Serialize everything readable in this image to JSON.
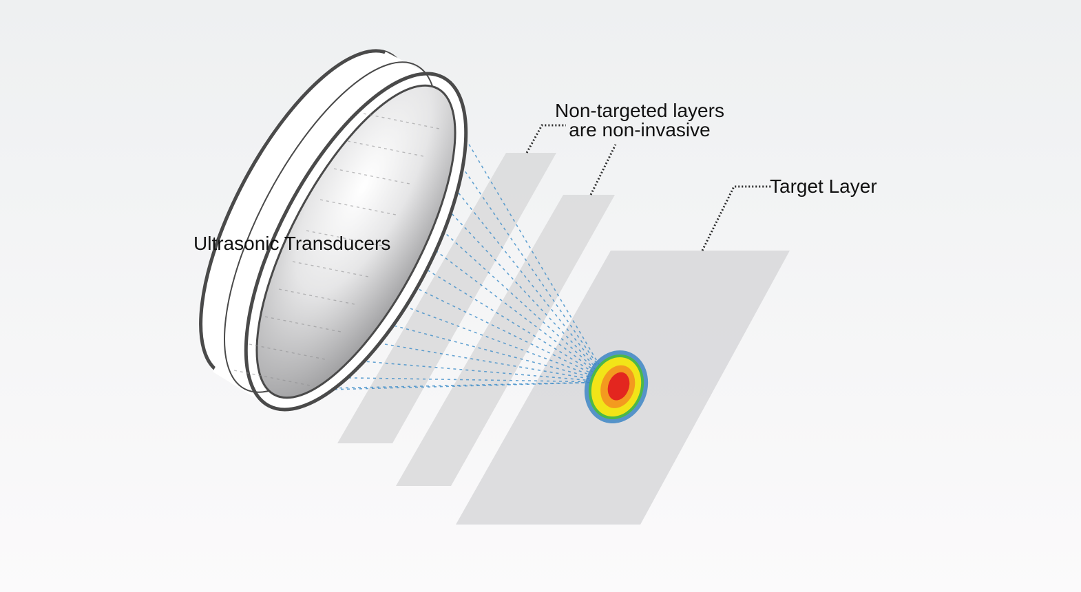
{
  "labels": {
    "transducer": "Ultrasonic Transducers",
    "non_targeted_line1": "Non-targeted layers",
    "non_targeted_line2": "are non-invasive",
    "target": "Target Layer"
  },
  "colors": {
    "background_top": "#eef0f1",
    "background_bottom": "#fbfafb",
    "layer_fill": "#d9d9db",
    "transducer_stroke": "#4a4a4a",
    "beam": "#3f8ec9",
    "leader": "#2b2b2b",
    "focus_outer": "#3d86c6",
    "focus_green": "#4cb848",
    "focus_yellow": "#f2e418",
    "focus_orange": "#f39a1f",
    "focus_red": "#e3261f"
  }
}
